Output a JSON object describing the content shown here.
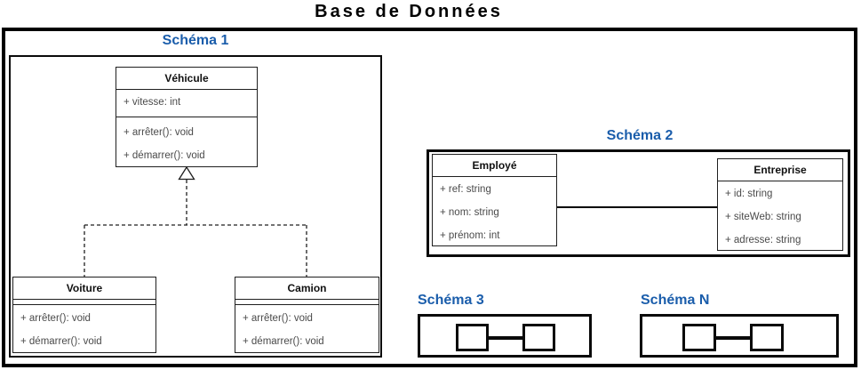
{
  "title": "Base de Données",
  "colors": {
    "schema_label": "#1a5dab",
    "line": "#000000",
    "background": "#ffffff"
  },
  "schemas": {
    "schema1": {
      "label": "Schéma 1",
      "classes": {
        "vehicule": {
          "name": "Véhicule",
          "attributes": [
            "+ vitesse: int"
          ],
          "methods": [
            "+ arrêter(): void",
            "+ démarrer(): void"
          ]
        },
        "voiture": {
          "name": "Voiture",
          "attributes": [],
          "methods": [
            "+ arrêter(): void",
            "+ démarrer(): void"
          ]
        },
        "camion": {
          "name": "Camion",
          "attributes": [],
          "methods": [
            "+ arrêter(): void",
            "+ démarrer(): void"
          ]
        }
      },
      "relations": [
        {
          "type": "inheritance",
          "from": "Voiture",
          "to": "Véhicule"
        },
        {
          "type": "inheritance",
          "from": "Camion",
          "to": "Véhicule"
        }
      ]
    },
    "schema2": {
      "label": "Schéma 2",
      "classes": {
        "employe": {
          "name": "Employé",
          "attributes": [
            "+ ref: string",
            "+ nom: string",
            "+ prénom: int"
          ]
        },
        "entreprise": {
          "name": "Entreprise",
          "attributes": [
            "+ id: string",
            "+ siteWeb: string",
            "+ adresse: string"
          ]
        }
      },
      "relations": [
        {
          "type": "association",
          "from": "Employé",
          "to": "Entreprise"
        }
      ]
    },
    "schema3": {
      "label": "Schéma 3"
    },
    "schemaN": {
      "label": "Schéma N"
    }
  }
}
